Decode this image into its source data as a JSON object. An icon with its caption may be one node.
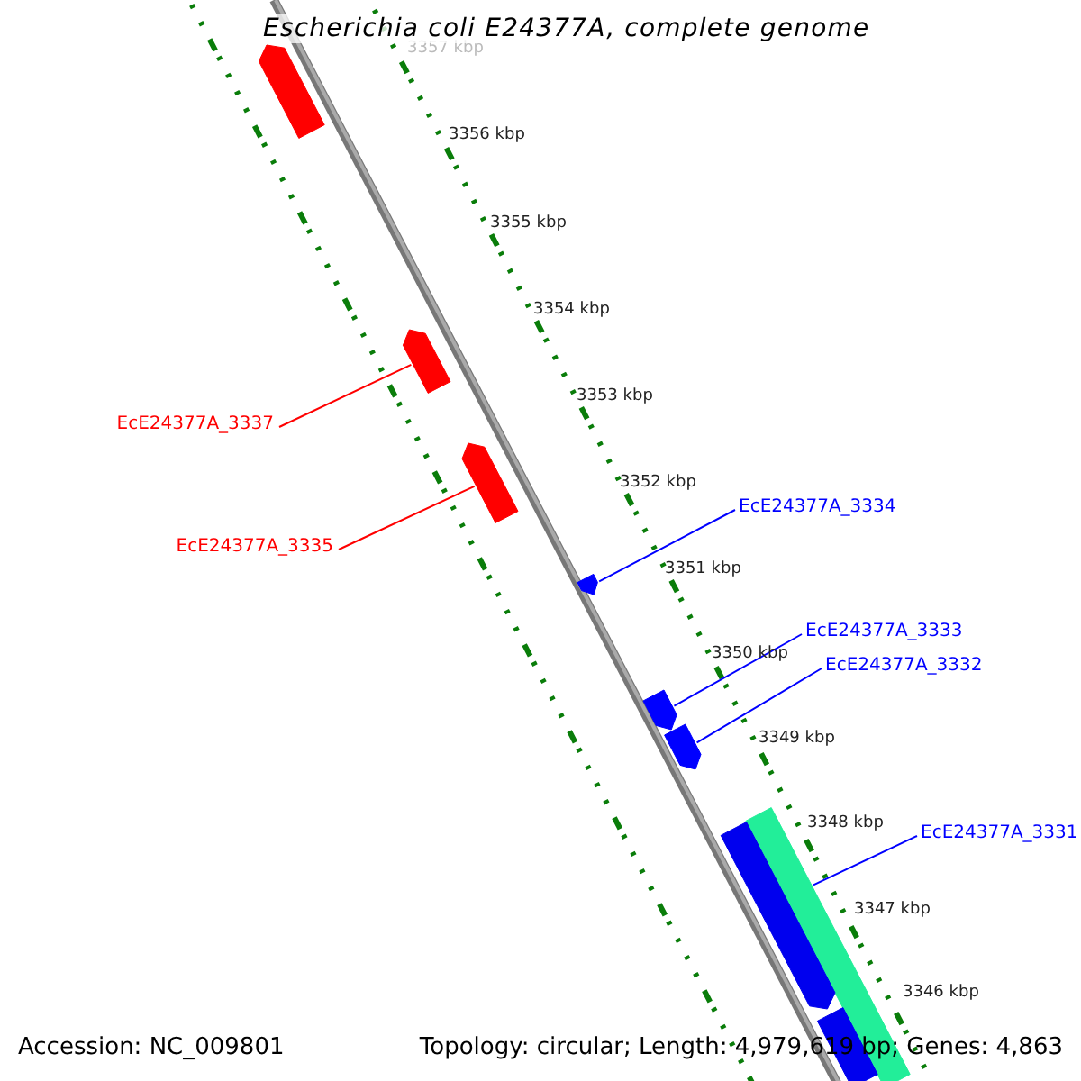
{
  "diagram": {
    "title": "Escherichia coli E24377A, complete genome",
    "nodes": [
      {
        "text": [],
        "shape": "arrow"
      },
      {
        "text": [
          "EcE24377A_3337"
        ]
      },
      {
        "text": [],
        "shape": "arrow"
      },
      {
        "text": [
          "EcE24377A_3335"
        ]
      },
      {
        "text": [],
        "shape": "arrow"
      },
      {
        "text": [
          "EcE24377A_3334"
        ]
      },
      {
        "text": [],
        "shape": "arrow"
      },
      {
        "text": [
          "EcE24377A_3333"
        ]
      },
      {
        "text": [
          "EcE24377A_3332"
        ]
      },
      {
        "text": [],
        "shape": "arrow"
      },
      {
        "text": [],
        "shape": "arrow"
      },
      {
        "text": [
          "EcE24377A_3331"
        ]
      },
      {
        "text": [],
        "shape": "bar"
      },
      {
        "text": [],
        "shape": "arrow"
      },
      {
        "text": [],
        "shape": "arrow"
      }
    ],
    "edges": [
      {
        "from": 1,
        "to": 2,
        "arrow": "none",
        "color": "#ff0000"
      },
      {
        "from": 3,
        "to": 4,
        "arrow": "none",
        "color": "#ff0000"
      },
      {
        "from": 5,
        "to": 6,
        "arrow": "none"
      },
      {
        "from": 7,
        "to": 9,
        "arrow": "none"
      },
      {
        "from": 8,
        "to": 10,
        "arrow": "none"
      },
      {
        "from": 11,
        "to": 12,
        "arrow": "none"
      }
    ],
    "labels": [
      "3357 kbp",
      "3356 kbp",
      "3355 kbp",
      "3354 kbp",
      "3353 kbp",
      "3352 kbp",
      "3351 kbp",
      "3350 kbp",
      "3349 kbp",
      "3348 kbp",
      "3347 kbp",
      "3346 kbp",
      "Accession: NC_009801",
      "Topology: circular; Length: 4,979,619 bp; Genes: 4,863"
    ]
  }
}
